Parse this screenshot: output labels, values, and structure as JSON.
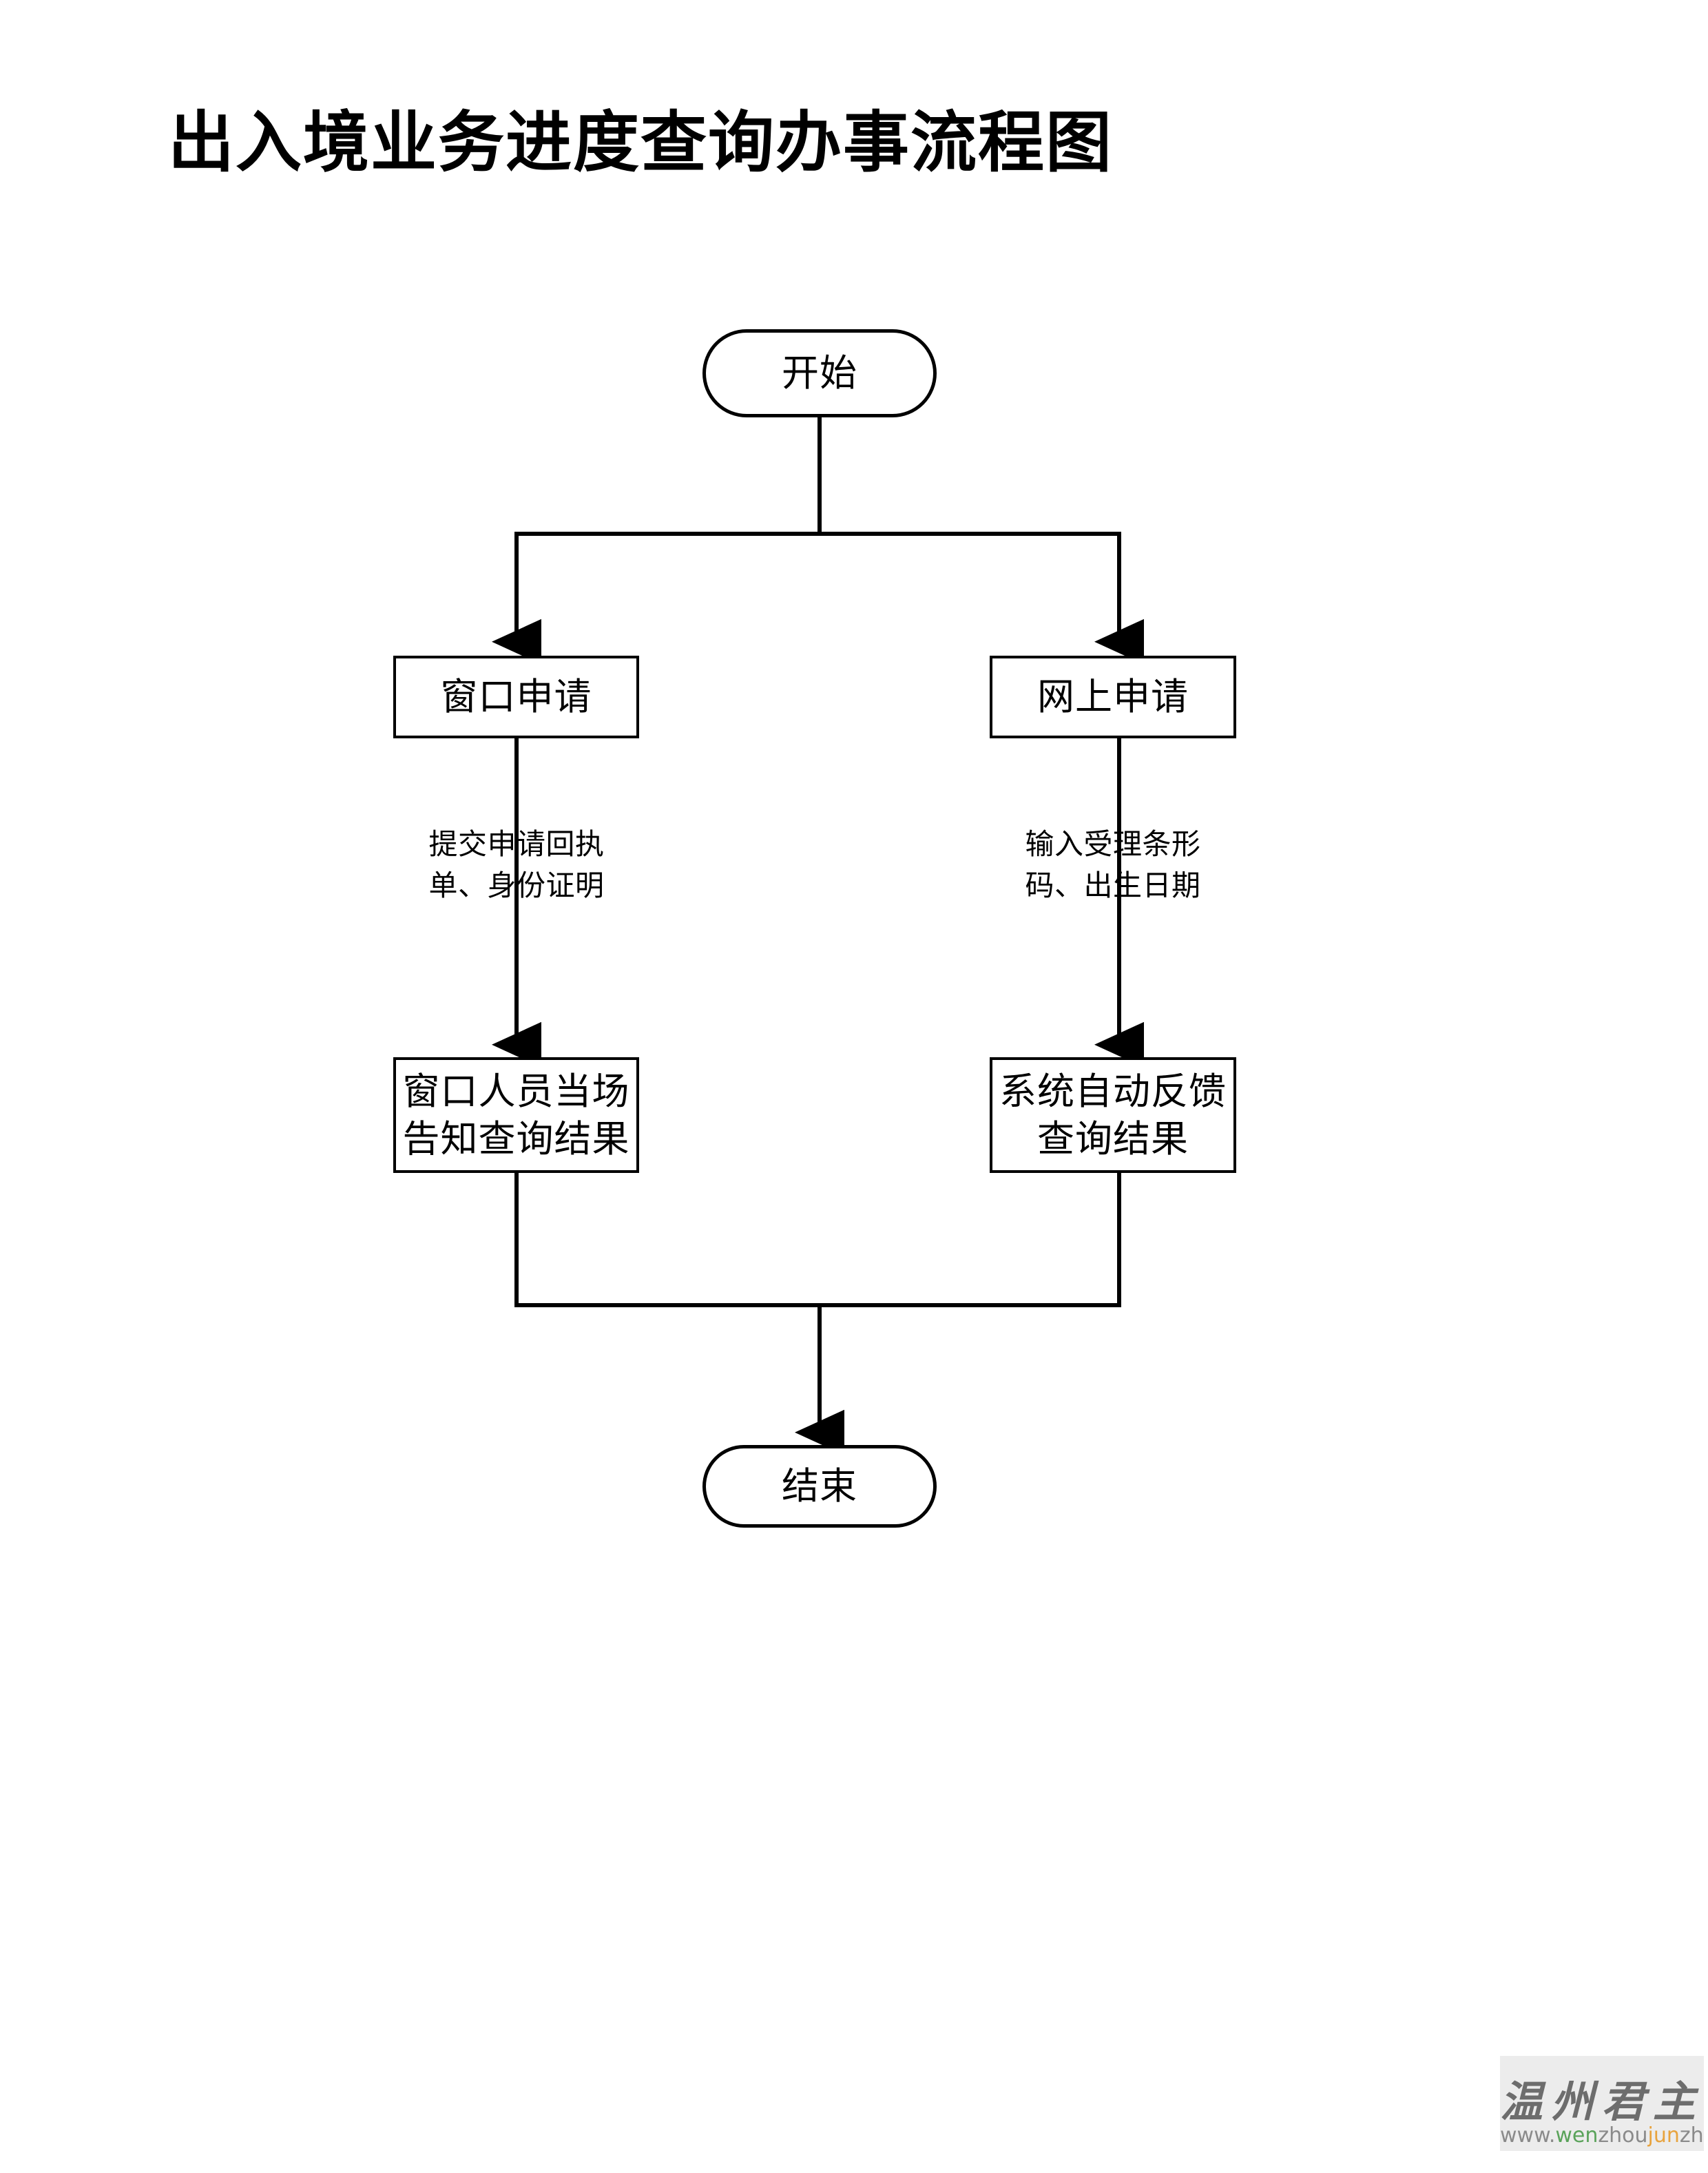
{
  "document": {
    "title": "出入境业务进度查询办事流程图",
    "page_background": "#ffffff",
    "line_color": "#000000",
    "text_color": "#000000"
  },
  "chart_data": {
    "type": "diagram",
    "diagram_kind": "flowchart",
    "orientation": "top-to-bottom",
    "title": "出入境业务进度查询办事流程图",
    "nodes": [
      {
        "id": "start",
        "label": "开始",
        "shape": "terminator",
        "column": "center"
      },
      {
        "id": "left1",
        "label": "窗口申请",
        "shape": "process",
        "column": "left"
      },
      {
        "id": "right1",
        "label": "网上申请",
        "shape": "process",
        "column": "right"
      },
      {
        "id": "left2",
        "label": "窗口人员当场\n告知查询结果",
        "shape": "process",
        "column": "left"
      },
      {
        "id": "right2",
        "label": "系统自动反馈\n查询结果",
        "shape": "process",
        "column": "right"
      },
      {
        "id": "end",
        "label": "结束",
        "shape": "terminator",
        "column": "center"
      }
    ],
    "edges": [
      {
        "from": "start",
        "to": "left1",
        "label": ""
      },
      {
        "from": "start",
        "to": "right1",
        "label": ""
      },
      {
        "from": "left1",
        "to": "left2",
        "label": "提交申请回执\n单、身份证明"
      },
      {
        "from": "right1",
        "to": "right2",
        "label": "输入受理条形\n码、出生日期"
      },
      {
        "from": "left2",
        "to": "end",
        "label": ""
      },
      {
        "from": "right2",
        "to": "end",
        "label": ""
      }
    ]
  },
  "nodes": {
    "start": {
      "label": "开始"
    },
    "left1": {
      "label": "窗口申请"
    },
    "right1": {
      "label": "网上申请"
    },
    "left2": {
      "label": "窗口人员当场\n告知查询结果"
    },
    "right2": {
      "label": "系统自动反馈\n查询结果"
    },
    "end": {
      "label": "结束"
    }
  },
  "edge_labels": {
    "left": "提交申请回执\n单、身份证明",
    "right": "输入受理条形\n码、出生日期"
  },
  "watermark": {
    "mark_text": "温州君主",
    "url_full": "www.wenzhoujunzhu.com",
    "url_segments": [
      {
        "text": "www.",
        "color": "#8a8a8a"
      },
      {
        "text": "wen",
        "color": "#5aa35a"
      },
      {
        "text": "zhou",
        "color": "#8a8a8a"
      },
      {
        "text": "jun",
        "color": "#e8a33d"
      },
      {
        "text": "zhu.com",
        "color": "#8a8a8a"
      }
    ],
    "background": "#ececec"
  }
}
